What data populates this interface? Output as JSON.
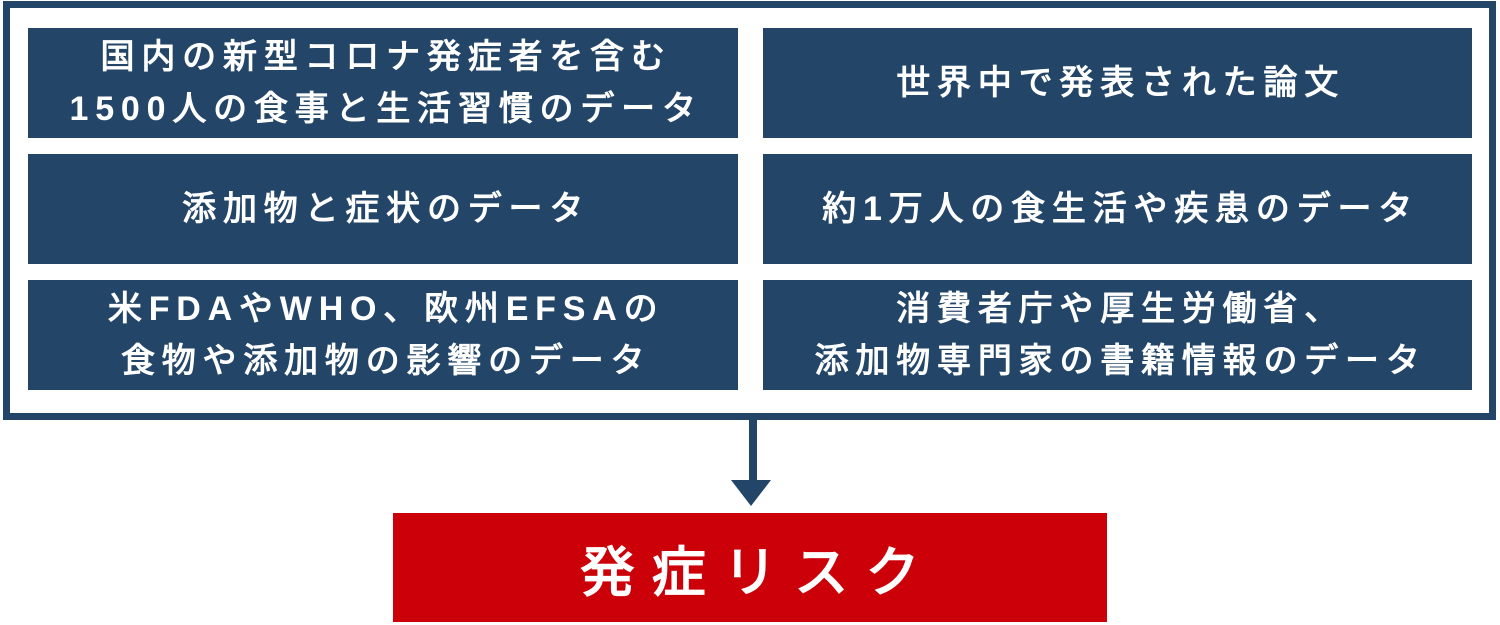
{
  "diagram": {
    "source_boxes": [
      {
        "lines": [
          "国内の新型コロナ発症者を含む",
          "1500人の食事と生活習慣のデータ"
        ]
      },
      {
        "lines": [
          "世界中で発表された論文"
        ]
      },
      {
        "lines": [
          "添加物と症状のデータ"
        ]
      },
      {
        "lines": [
          "約1万人の食生活や疾患のデータ"
        ]
      },
      {
        "lines": [
          "米FDAやWHO、欧州EFSAの",
          "食物や添加物の影響のデータ"
        ]
      },
      {
        "lines": [
          "消費者庁や厚生労働省、",
          "添加物専門家の書籍情報のデータ"
        ]
      }
    ],
    "result": {
      "label": "発症リスク"
    },
    "colors": {
      "navy": "#234568",
      "red": "#CC0008",
      "text": "#FFFFFF"
    }
  }
}
